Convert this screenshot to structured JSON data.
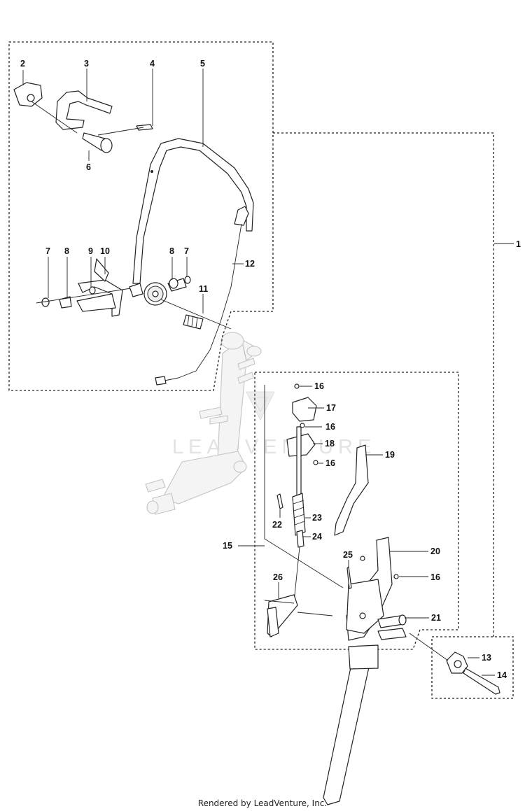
{
  "callouts": [
    {
      "id": "c1",
      "text": "1"
    },
    {
      "id": "c2",
      "text": "2"
    },
    {
      "id": "c3",
      "text": "3"
    },
    {
      "id": "c4",
      "text": "4"
    },
    {
      "id": "c5",
      "text": "5"
    },
    {
      "id": "c6",
      "text": "6"
    },
    {
      "id": "c7a",
      "text": "7"
    },
    {
      "id": "c7b",
      "text": "7"
    },
    {
      "id": "c8a",
      "text": "8"
    },
    {
      "id": "c8b",
      "text": "8"
    },
    {
      "id": "c9",
      "text": "9"
    },
    {
      "id": "c10",
      "text": "10"
    },
    {
      "id": "c11",
      "text": "11"
    },
    {
      "id": "c12",
      "text": "12"
    },
    {
      "id": "c13",
      "text": "13"
    },
    {
      "id": "c14",
      "text": "14"
    },
    {
      "id": "c15",
      "text": "15"
    },
    {
      "id": "c16a",
      "text": "16"
    },
    {
      "id": "c16b",
      "text": "16"
    },
    {
      "id": "c16c",
      "text": "16"
    },
    {
      "id": "c16d",
      "text": "16"
    },
    {
      "id": "c17",
      "text": "17"
    },
    {
      "id": "c18",
      "text": "18"
    },
    {
      "id": "c19",
      "text": "19"
    },
    {
      "id": "c20",
      "text": "20"
    },
    {
      "id": "c21",
      "text": "21"
    },
    {
      "id": "c22",
      "text": "22"
    },
    {
      "id": "c23",
      "text": "23"
    },
    {
      "id": "c24",
      "text": "24"
    },
    {
      "id": "c25",
      "text": "25"
    },
    {
      "id": "c26",
      "text": "26"
    }
  ],
  "watermark": "LEADVENTURE",
  "footer": "Rendered by LeadVenture, Inc."
}
